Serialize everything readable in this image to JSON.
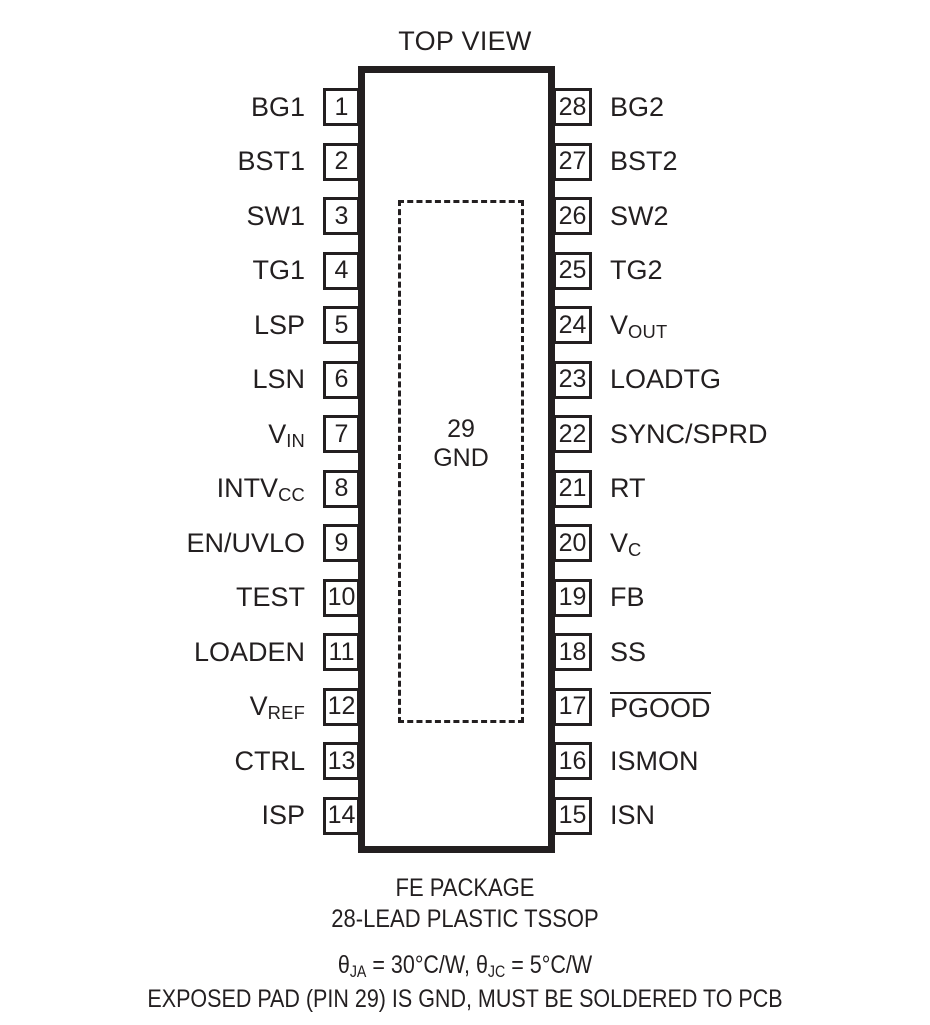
{
  "title": "TOP VIEW",
  "package": {
    "exposed_pad": {
      "pin_number": "29",
      "name": "GND",
      "text": "29\nGND"
    }
  },
  "pins": {
    "left": [
      {
        "number": "1",
        "label": "BG1",
        "sub": ""
      },
      {
        "number": "2",
        "label": "BST1",
        "sub": ""
      },
      {
        "number": "3",
        "label": "SW1",
        "sub": ""
      },
      {
        "number": "4",
        "label": "TG1",
        "sub": ""
      },
      {
        "number": "5",
        "label": "LSP",
        "sub": ""
      },
      {
        "number": "6",
        "label": "LSN",
        "sub": ""
      },
      {
        "number": "7",
        "label": "V",
        "sub": "IN"
      },
      {
        "number": "8",
        "label": "INTV",
        "sub": "CC"
      },
      {
        "number": "9",
        "label": "EN/UVLO",
        "sub": ""
      },
      {
        "number": "10",
        "label": "TEST",
        "sub": ""
      },
      {
        "number": "11",
        "label": "LOADEN",
        "sub": ""
      },
      {
        "number": "12",
        "label": "V",
        "sub": "REF"
      },
      {
        "number": "13",
        "label": "CTRL",
        "sub": ""
      },
      {
        "number": "14",
        "label": "ISP",
        "sub": ""
      }
    ],
    "right": [
      {
        "number": "28",
        "label": "BG2",
        "sub": "",
        "overline": false
      },
      {
        "number": "27",
        "label": "BST2",
        "sub": "",
        "overline": false
      },
      {
        "number": "26",
        "label": "SW2",
        "sub": "",
        "overline": false
      },
      {
        "number": "25",
        "label": "TG2",
        "sub": "",
        "overline": false
      },
      {
        "number": "24",
        "label": "V",
        "sub": "OUT",
        "overline": false
      },
      {
        "number": "23",
        "label": "LOADTG",
        "sub": "",
        "overline": false
      },
      {
        "number": "22",
        "label": "SYNC/SPRD",
        "sub": "",
        "overline": false
      },
      {
        "number": "21",
        "label": "RT",
        "sub": "",
        "overline": false
      },
      {
        "number": "20",
        "label": "V",
        "sub": "C",
        "overline": false
      },
      {
        "number": "19",
        "label": "FB",
        "sub": "",
        "overline": false
      },
      {
        "number": "18",
        "label": "SS",
        "sub": "",
        "overline": false
      },
      {
        "number": "17",
        "label": "PGOOD",
        "sub": "",
        "overline": true
      },
      {
        "number": "16",
        "label": "ISMON",
        "sub": "",
        "overline": false
      },
      {
        "number": "15",
        "label": "ISN",
        "sub": "",
        "overline": false
      }
    ]
  },
  "caption": {
    "package_name": "FE PACKAGE",
    "package_type": "28-LEAD PLASTIC TSSOP",
    "thermal": {
      "theta_ja_symbol": "θ",
      "theta_ja_sub": "JA",
      "theta_ja_value": " = 30°C/W, ",
      "theta_jc_symbol": "θ",
      "theta_jc_sub": "JC",
      "theta_jc_value": " = 5°C/W"
    },
    "exposed_pad_note": "EXPOSED PAD (PIN 29) IS GND, MUST BE SOLDERED TO PCB"
  },
  "colors": {
    "ink": "#231f20",
    "background": "#ffffff"
  }
}
